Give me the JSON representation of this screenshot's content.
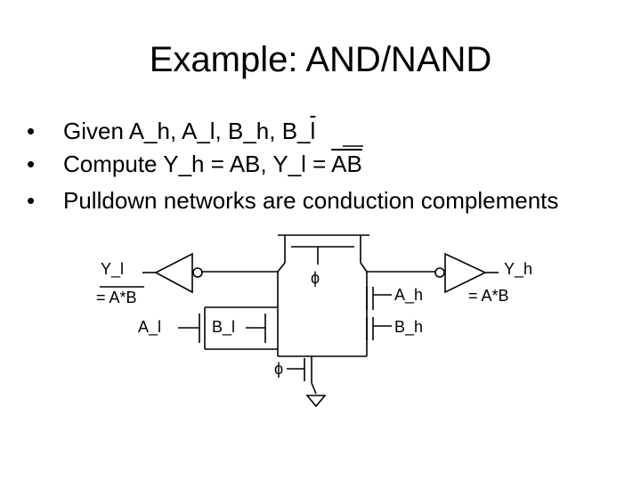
{
  "slide": {
    "title": "Example: AND/NAND",
    "bullets": [
      {
        "pre": "Given A_h, A_l, B_h, B_",
        "over": "l",
        "post": ""
      },
      {
        "pre": "Compute Y_h = AB, Y_l = ",
        "over": "AB",
        "post": ""
      },
      {
        "pre": "Pulldown networks are conduction complements",
        "over": "",
        "post": ""
      }
    ],
    "bullet_symbol": "•"
  },
  "circuit": {
    "out_left_label": "Y_l",
    "out_left_expr": "= A*B",
    "out_right_label": "Y_h",
    "out_right_expr": "= A*B",
    "in_a_h": "A_h",
    "in_b_h": "B_h",
    "in_a_l": "A_l",
    "in_b_l": "B_l",
    "phi_top": "ϕ",
    "phi_bottom": "ϕ"
  }
}
